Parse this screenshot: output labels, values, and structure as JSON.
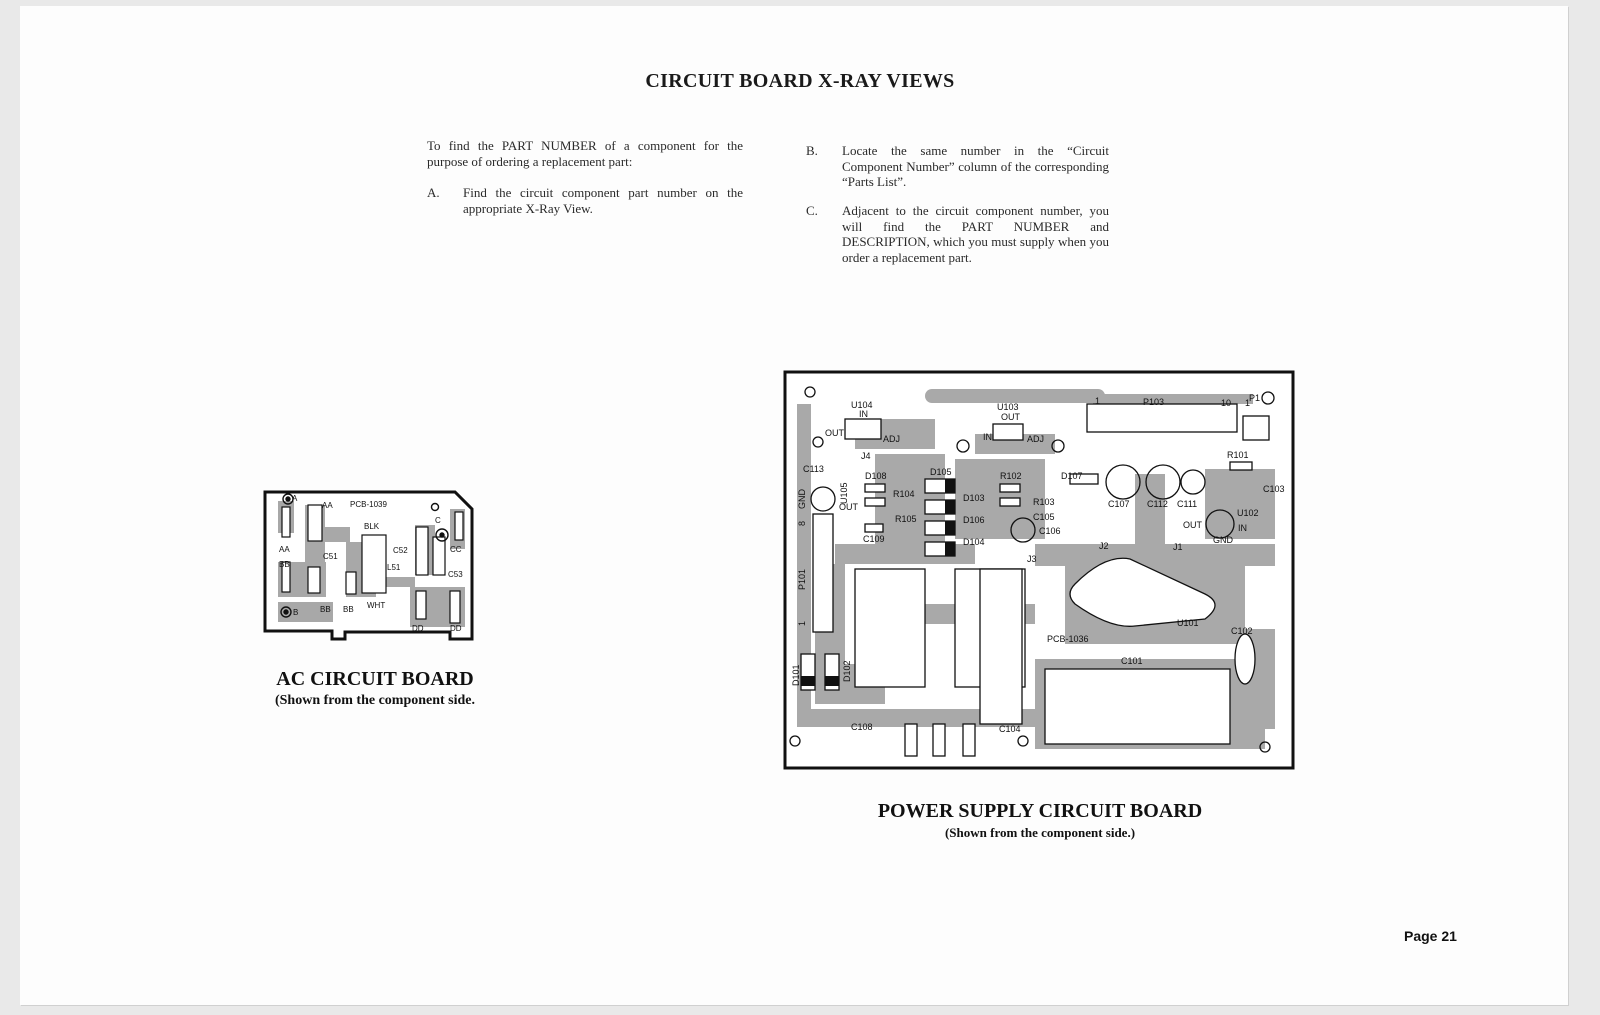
{
  "document": {
    "title": "CIRCUIT BOARD X-RAY VIEWS",
    "intro": "To find the PART NUMBER of a component for the purpose of ordering a replacement part:",
    "steps": [
      {
        "letter": "A.",
        "text": "Find the circuit component part number on the appropriate X-Ray View."
      },
      {
        "letter": "B.",
        "text": "Locate the same number in the “Circuit Component Number” column of the corresponding “Parts List”."
      },
      {
        "letter": "C.",
        "text": "Adjacent to the circuit component number, you will find the PART NUMBER and DESCRIPTION, which you must supply when you order a replacement part."
      }
    ],
    "page_number": "Page 21"
  },
  "ac_board": {
    "caption": "AC CIRCUIT BOARD",
    "subcaption": "(Shown from the component side.",
    "labels": {
      "pcb": "PCB-1039",
      "a": "A",
      "aa1": "AA",
      "aa2": "AA",
      "bb1": "BB",
      "bb2": "BB",
      "bb3": "BB",
      "b": "B",
      "c": "C",
      "cc": "CC",
      "dd1": "DD",
      "dd2": "DD",
      "c51": "C51",
      "c52": "C52",
      "c53": "C53",
      "l51": "L51",
      "blk": "BLK",
      "wht": "WHT"
    }
  },
  "ps_board": {
    "caption": "POWER SUPPLY CIRCUIT BOARD",
    "subcaption": "(Shown from the component side.)",
    "labels": {
      "pcb": "PCB-1036",
      "u104": "U104",
      "u104_in": "IN",
      "u104_out": "OUT",
      "u104_adj": "ADJ",
      "u103": "U103",
      "u103_out": "OUT",
      "u103_in": "IN",
      "u103_adj": "ADJ",
      "p103": "P103",
      "p103_1": "1",
      "p103_10": "10",
      "p1": "P1",
      "p1_1": "1",
      "j4": "J4",
      "j3": "J3",
      "j2": "J2",
      "j1": "J1",
      "c113": "C113",
      "u105": "U105",
      "u105_out": "OUT",
      "gnd": "GND",
      "p101_8": "8",
      "p101": "P101",
      "p101_1": "1",
      "d108": "D108",
      "r104": "R104",
      "r105": "R105",
      "c109": "C109",
      "d105": "D105",
      "d103": "D103",
      "d106": "D106",
      "d104": "D104",
      "r102": "R102",
      "r103": "R103",
      "c105": "C105",
      "c106": "C106",
      "d107": "D107",
      "c107": "C107",
      "c112": "C112",
      "c111": "C111",
      "r101": "R101",
      "c103": "C103",
      "u102": "U102",
      "u102_out": "OUT",
      "u102_in": "IN",
      "u102_gnd": "GND",
      "u101": "U101",
      "c102": "C102",
      "c101": "C101",
      "c104": "C104",
      "c108": "C108",
      "d101": "D101",
      "d102": "D102"
    }
  }
}
